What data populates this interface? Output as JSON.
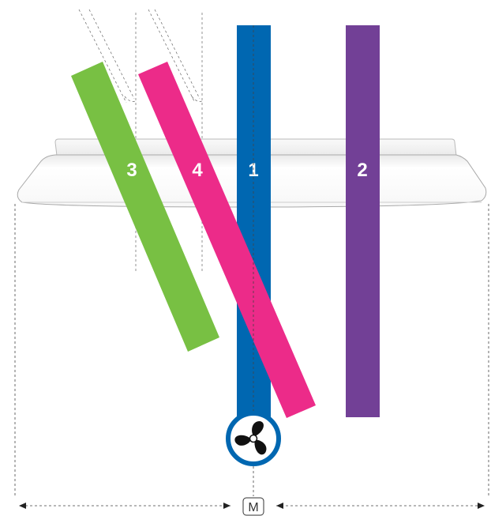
{
  "diagram": {
    "strips": [
      {
        "label": "1",
        "color": "#0067B1"
      },
      {
        "label": "2",
        "color": "#724096"
      },
      {
        "label": "3",
        "color": "#78C043"
      },
      {
        "label": "4",
        "color": "#EC2B89"
      }
    ],
    "fan": {
      "icon": "fan-icon",
      "ring_color": "#0067B1"
    },
    "center_marker": "M",
    "panel_color": "#ffffff"
  }
}
